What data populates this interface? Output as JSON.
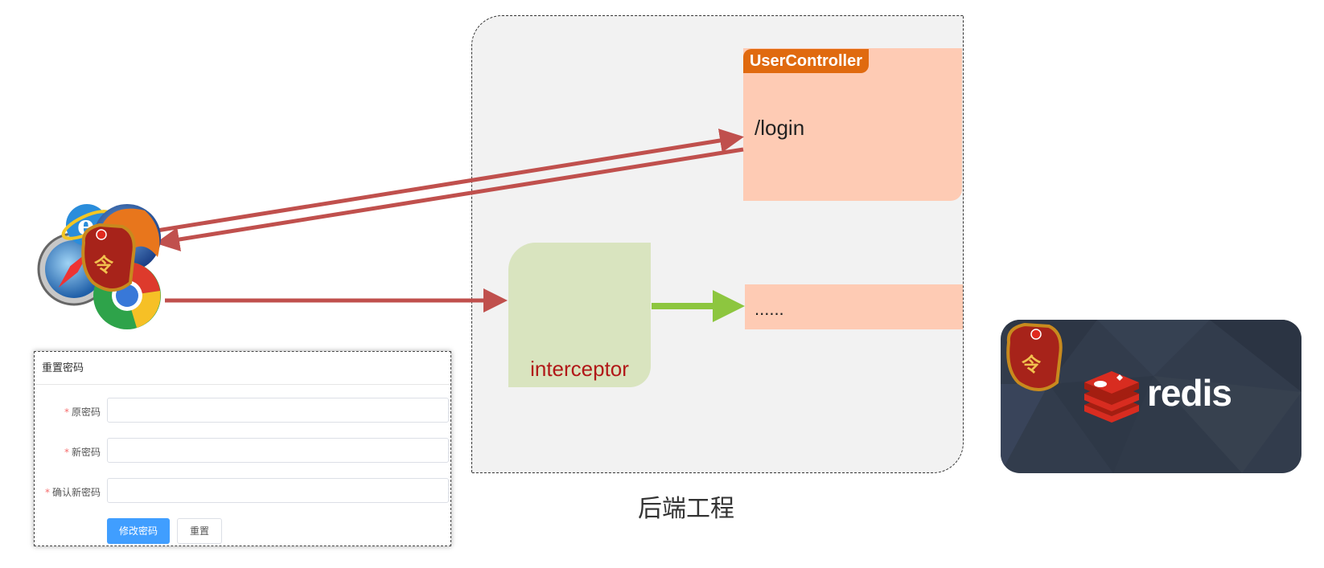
{
  "backend": {
    "label": "后端工程"
  },
  "user_controller": {
    "title": "UserController",
    "path": "/login"
  },
  "interceptor": {
    "label": "interceptor"
  },
  "other_handlers": {
    "label": "......"
  },
  "form": {
    "title": "重置密码",
    "fields": [
      {
        "label": "原密码",
        "required": true,
        "value": ""
      },
      {
        "label": "新密码",
        "required": true,
        "value": ""
      },
      {
        "label": "确认新密码",
        "required": true,
        "value": ""
      }
    ],
    "submit_label": "修改密码",
    "reset_label": "重置"
  },
  "redis": {
    "label": "redis"
  },
  "token_badge": {
    "char": "令"
  },
  "colors": {
    "request_arrow": "#c0504d",
    "pass_arrow": "#8dc63f",
    "controller_tab": "#e06a0f",
    "controller_bg": "#fecbb4",
    "interceptor_bg": "#d9e4bf",
    "interceptor_text": "#b11818",
    "redis_bg": "#323c4c",
    "primary_button": "#409eff"
  },
  "icons": [
    "browser-icons",
    "token-badge-icon",
    "redis-logo-icon"
  ]
}
